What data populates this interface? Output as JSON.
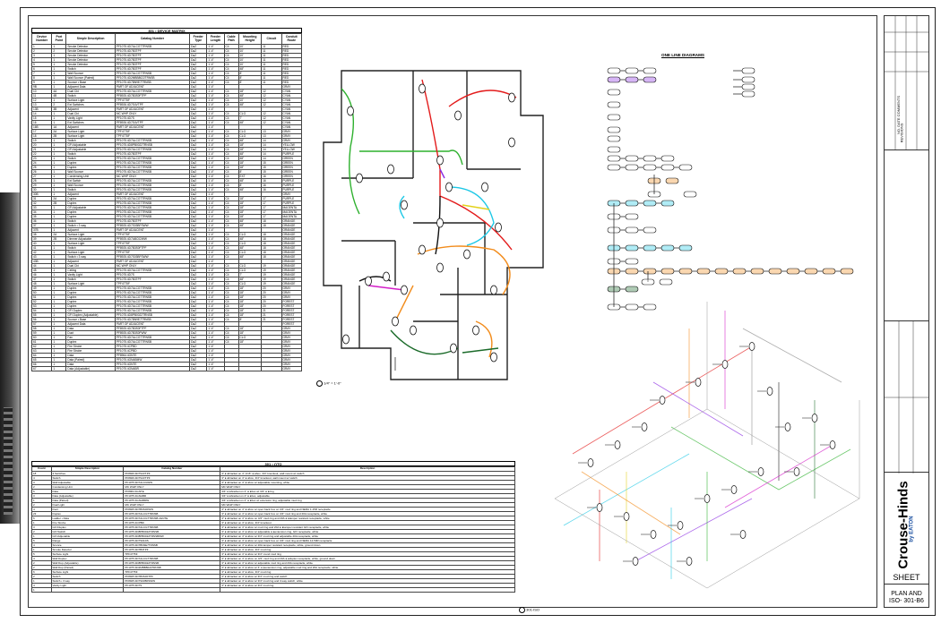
{
  "matrix": {
    "title": "301 • DEVICE MATRIX",
    "headers": [
      "Device Number",
      "Port Point",
      "Simple Description",
      "Catalog Number",
      "Feeder Type",
      "Feeder Length",
      "Cable Path",
      "Mounting Height",
      "Circuit",
      "Conduit Route"
    ],
    "rows": [
      [
        "1",
        "1",
        "Smoke Detector",
        "PF1075.4D7ALCGTTRNSB",
        "D●2",
        "1'-4\"",
        "C4",
        "10'",
        "11",
        "RED"
      ],
      [
        "2",
        "2",
        "Smoke Detector",
        "PF1075.4D7B3TPF",
        "D●2",
        "1'-4\"",
        "C4",
        "10'",
        "11",
        "RED"
      ],
      [
        "3",
        "1",
        "Smoke Detector",
        "PF1075.4D7B3TPF",
        "D●2",
        "1'-4\"",
        "C4",
        "10'",
        "11",
        "RED"
      ],
      [
        "4",
        "1",
        "Smoke Detector",
        "PF1075.4D7B3TPF",
        "D●2",
        "1'-4\"",
        "C4",
        "10'",
        "11",
        "RED"
      ],
      [
        "5",
        "1",
        "Smoke Detector",
        "PF1075.4D7B3TPF",
        "D●2",
        "1'-4\"",
        "C4",
        "10'",
        "11",
        "RED"
      ],
      [
        "6",
        "1",
        "Switch",
        "PF1075.4D7B3TPF",
        "D●2",
        "1'-4\"",
        "C4",
        "48\"",
        "11",
        "RED"
      ],
      [
        "7",
        "1",
        "Wall Sconce",
        "PF1075.4D7ALCGTTRNSB",
        "D●2",
        "1'-4\"",
        "C4",
        "8'",
        "11",
        "RED"
      ],
      [
        "8",
        "1",
        "Wall Sconce (Paired)",
        "PF1075.4D2MBB8022TRNSB",
        "D●2",
        "1'-4\"",
        "C4",
        "8'",
        "11",
        "RED"
      ],
      [
        "9",
        "1",
        "Sconce • Base",
        "PF1075.4D7BN9E7TRNSB",
        "D●2",
        "1'-4\"",
        "C4",
        "8'",
        "11",
        "RED"
      ],
      [
        "9B",
        "1",
        "Adjacent Data",
        "PART OF ADJACENT",
        "D●2",
        "1'-4\"",
        "",
        "",
        "",
        "GRAY"
      ],
      [
        "10",
        "4A",
        "Dual Ckt",
        "PF1075.4D7ALCGTTRNSB",
        "D●2",
        "1'-4\"",
        "C4",
        "18\"",
        "12",
        "CYAN"
      ],
      [
        "11",
        "4B",
        "Switch",
        "PF8925.4D7B3S0FTPF",
        "D●2",
        "1'-4\"",
        "C4",
        "48\"",
        "12",
        "CYAN"
      ],
      [
        "12",
        "1",
        "Surface Light",
        "TPF4775F",
        "D●2",
        "1'-4\"",
        "C4",
        "10'",
        "12",
        "CYAN"
      ],
      [
        "13",
        "2",
        "Ext Switches",
        "PF8926.4D7S4VTPF",
        "D●2",
        "1'-4\"",
        "C4",
        "48\"",
        "12",
        "CYAN"
      ],
      [
        "13B",
        "3B",
        "Adjacent",
        "PART OF ADJACENT",
        "D●2",
        "1'-4\"",
        "",
        "",
        "",
        "CYAN"
      ],
      [
        "14",
        "1",
        "Dual Ckt",
        "MC WHP ONLY",
        "D●2",
        "1'-4\"",
        "C4",
        "CLG",
        "12",
        "CYAN"
      ],
      [
        "15",
        "1",
        "Vanity Light",
        "PF1075.4D7S",
        "D●2",
        "1'-4\"",
        "C4",
        "7'",
        "12",
        "CYAN"
      ],
      [
        "16",
        "1",
        "Ext Switches",
        "PF8926.4D7S4VTPF",
        "D●2",
        "1'-4\"",
        "C4",
        "48\"",
        "12",
        "CYAN"
      ],
      [
        "16B",
        "1A",
        "Adjacent",
        "PART OF ADJACENT",
        "D●2",
        "1'-4\"",
        "",
        "",
        "",
        "CYAN"
      ],
      [
        "17",
        "2A",
        "Surface Light",
        "TPF4775F",
        "D●2",
        "1'-4\"",
        "C4",
        "CLG",
        "13",
        "GRAY"
      ],
      [
        "18",
        "2B",
        "Surface Light",
        "TPF4775F",
        "D●2",
        "1'-4\"",
        "C4",
        "CLG",
        "13",
        "GRAY"
      ],
      [
        "19",
        "1",
        "Switch",
        "PF1075.4D7ALCGTTRNSB",
        "D●2",
        "1'-4\"",
        "C4",
        "48\"",
        "14",
        "GRAY"
      ],
      [
        "20",
        "1",
        "GFI Adjustable",
        "PF1075.4D8PB0022TRNSB",
        "D●2",
        "1'-4\"",
        "C4",
        "18\"",
        "14",
        "YELLOW"
      ],
      [
        "21",
        "1",
        "GFI Adjustable",
        "PF1075.4D7ALCGTTRNSB",
        "D●2",
        "1'-4\"",
        "C4",
        "18\"",
        "14",
        "YELLOW"
      ],
      [
        "22",
        "1",
        "Switch",
        "PF1075.4D7B3TPF",
        "D●2",
        "1'-4\"",
        "C4",
        "48\"",
        "14",
        "PURPLE"
      ],
      [
        "23",
        "1",
        "Switch",
        "PF1075.4D7ALCGTTRNSB",
        "D●2",
        "1'-4\"",
        "C4",
        "48\"",
        "14",
        "GREEN"
      ],
      [
        "24",
        "1",
        "Duplex",
        "PF1075.4D7ALCGTTRNSB",
        "D●2",
        "1'-4\"",
        "C4",
        "18\"",
        "15",
        "GREEN"
      ],
      [
        "25",
        "1",
        "Duplex",
        "PF1075.4D7ALCGTTRNSB",
        "D●2",
        "1'-4\"",
        "C4",
        "18\"",
        "15",
        "GREEN"
      ],
      [
        "26",
        "1",
        "Wall Sconce",
        "PF1075.4D7ALCGTTRNSB",
        "D●2",
        "1'-4\"",
        "C4",
        "8'",
        "15",
        "GREEN"
      ],
      [
        "27",
        "1",
        "Condensing Unit",
        "MC WHP ONLY",
        "D●2",
        "1'-4\"",
        "C4",
        "EXT",
        "16",
        "GREEN"
      ],
      [
        "28",
        "1",
        "Ext Switch",
        "PF1075.4D7ALCGTTRNSB",
        "D●2",
        "1'-4\"",
        "C4",
        "48\"",
        "16",
        "PURPLE"
      ],
      [
        "29",
        "1",
        "Wall Sconce",
        "PF1075.4D7ALCGTTRNSB",
        "D●2",
        "1'-4\"",
        "C4",
        "8'",
        "16",
        "PURPLE"
      ],
      [
        "30",
        "1",
        "Switch",
        "PF1075.4D7ALCGTTRNSB",
        "D●2",
        "1'-4\"",
        "C4",
        "48\"",
        "16",
        "PURPLE"
      ],
      [
        "30B",
        "1",
        "Adjacent",
        "PART OF ADJACENT",
        "D●2",
        "1'-4\"",
        "",
        "",
        "",
        "GRAY"
      ],
      [
        "31",
        "2A",
        "Duplex",
        "PF1075.4D7ALCGTTRNSB",
        "D●2",
        "1'-4\"",
        "C4",
        "18\"",
        "17",
        "PURPLE"
      ],
      [
        "32",
        "2B",
        "Duplex",
        "PF1075.4D7ALCGTTRNSB",
        "D●2",
        "1'-4\"",
        "C4",
        "18\"",
        "17",
        "PURPLE"
      ],
      [
        "33",
        "1",
        "GFI Adjustable",
        "PF1075.4D7ALCGTTRNSB",
        "D●2",
        "1'-4\"",
        "C4",
        "18\"",
        "17",
        "MAGENTA"
      ],
      [
        "34",
        "1",
        "Duplex",
        "PF1075.4D7ALCGTTRNSB",
        "D●2",
        "1'-4\"",
        "C4",
        "18\"",
        "17",
        "MAGENTA"
      ],
      [
        "35",
        "1",
        "Duplex",
        "PF1075.4D7ALCGTTRNSB",
        "D●2",
        "1'-4\"",
        "C4",
        "18\"",
        "17",
        "MAGENTA"
      ],
      [
        "36",
        "1",
        "Switch",
        "PF1075.4D7B3TPF",
        "D●2",
        "1'-4\"",
        "C4",
        "48\"",
        "18",
        "ORANGE"
      ],
      [
        "37",
        "1",
        "Switch • 3 way",
        "PF8925.4D7S03BFSWW",
        "D●2",
        "1'-4\"",
        "C4",
        "48\"",
        "18",
        "ORANGE"
      ],
      [
        "37B",
        "1",
        "Adjacent",
        "PART OF ADJACENT",
        "D●2",
        "1'-4\"",
        "",
        "",
        "",
        "ORANGE"
      ],
      [
        "38",
        "2A",
        "Surface Light",
        "TPF4775F",
        "D●2",
        "1'-4\"",
        "C4",
        "CLG",
        "18",
        "ORANGE"
      ],
      [
        "39",
        "2B",
        "Dimmer Adjustable",
        "PF8925.4D7ABC02WW",
        "D●2",
        "1'-4\"",
        "C4",
        "48\"",
        "18",
        "ORANGE"
      ],
      [
        "40",
        "1",
        "Surface Light",
        "TPF4775F",
        "D●2",
        "1'-4\"",
        "C4",
        "CLG",
        "18",
        "ORANGE"
      ],
      [
        "41",
        "1",
        "Switch",
        "PF8925.4D7B3S0FTPF",
        "D●2",
        "1'-4\"",
        "C4",
        "48\"",
        "18",
        "ORANGE"
      ],
      [
        "42",
        "1",
        "Surface Light",
        "TPF4775F",
        "D●2",
        "1'-4\"",
        "C4",
        "CLG",
        "18",
        "ORANGE"
      ],
      [
        "43",
        "1",
        "Switch • 3 way",
        "PF8925.4D7S03BFSWW",
        "D●2",
        "1'-4\"",
        "C4",
        "48\"",
        "18",
        "ORANGE"
      ],
      [
        "43B",
        "1",
        "Adjacent",
        "PART OF ADJACENT",
        "D●2",
        "1'-4\"",
        "",
        "",
        "",
        "ORANGE"
      ],
      [
        "44",
        "1",
        "Dual Ckt",
        "MC WHP ONLY",
        "D●2",
        "1'-4\"",
        "C4",
        "CLG",
        "19",
        "ORANGE"
      ],
      [
        "45",
        "1",
        "Ceiling",
        "PF1075.4D7ALCGTTRNSB",
        "D●2",
        "1'-4\"",
        "C4",
        "CLG",
        "19",
        "ORANGE"
      ],
      [
        "46",
        "1",
        "Vanity Light",
        "PF1075.4D7S",
        "D●2",
        "1'-4\"",
        "C4",
        "7'",
        "19",
        "ORANGE"
      ],
      [
        "47",
        "1",
        "Switch",
        "PF1075.4D7B3TPF",
        "D●2",
        "1'-4\"",
        "C4",
        "48\"",
        "19",
        "ORANGE"
      ],
      [
        "48",
        "1",
        "Surface Light",
        "TPF4775F",
        "D●2",
        "1'-4\"",
        "C4",
        "CLG",
        "19",
        "ORANGE"
      ],
      [
        "49",
        "1",
        "Duplex",
        "PF1075.4D7ALCGTTRNSB",
        "D●2",
        "1'-4\"",
        "C4",
        "18\"",
        "20",
        "GRAY"
      ],
      [
        "50",
        "1",
        "Duplex",
        "PF1075.4D7ALCGTTRNSB",
        "D●2",
        "1'-4\"",
        "C4",
        "18\"",
        "20",
        "GRAY"
      ],
      [
        "51",
        "1",
        "Duplex",
        "PF1075.4D7ALCGTTRNSB",
        "D●2",
        "1'-4\"",
        "C4",
        "18\"",
        "20",
        "GRAY"
      ],
      [
        "52",
        "1",
        "Duplex",
        "PF1075.4D7ALCGTTRNSB",
        "D●2",
        "1'-4\"",
        "C4",
        "18\"",
        "20",
        "FOREST"
      ],
      [
        "53",
        "1",
        "Duplex",
        "PF1075.4D7ALCGTTRNSB",
        "D●2",
        "1'-4\"",
        "C4",
        "18\"",
        "20",
        "FOREST"
      ],
      [
        "54",
        "1",
        "GFI Duplex",
        "PF1075.4D7ALCGTTRNSB",
        "D●2",
        "1'-4\"",
        "C4",
        "18\"",
        "21",
        "FOREST"
      ],
      [
        "55",
        "1",
        "GFI Duplex (Adjustable)",
        "PF1075.4D8PB0022TRNSB",
        "D●2",
        "1'-4\"",
        "C4",
        "18\"",
        "21",
        "FOREST"
      ],
      [
        "56",
        "1",
        "Sconce • Base",
        "PF1075.4D7BN9E7TRNSB",
        "D●2",
        "1'-4\"",
        "C4",
        "8'",
        "21",
        "FOREST"
      ],
      [
        "57",
        "1",
        "Adjacent Data",
        "PART OF ADJACENT",
        "D●2",
        "1'-4\"",
        "",
        "",
        "",
        "FOREST"
      ],
      [
        "58",
        "1",
        "Data",
        "PF8925.4D7B3S0FTPF",
        "D●2",
        "1'-4\"",
        "C4",
        "18\"",
        "",
        "GRAY"
      ],
      [
        "59",
        "1",
        "Duct",
        "PF8925.4D7B3S0FWW",
        "D●2",
        "1'-4\"",
        "C4",
        "18\"",
        "",
        "GRAY"
      ],
      [
        "60",
        "1",
        "Fan",
        "PF1075.4D7ALCGTTRNSB",
        "D●2",
        "1'-4\"",
        "C4",
        "CLG",
        "",
        "GRAY"
      ],
      [
        "61",
        "1",
        "Duplex",
        "PF1075.4D7ALCGTTRNSB",
        "D●2",
        "1'-4\"",
        "C4",
        "18\"",
        "",
        "GRAY"
      ],
      [
        "62",
        "1",
        "Fire Strobe",
        "PF1075.4CPBD",
        "D●2",
        "1'-4\"",
        "",
        "",
        "",
        "GRAY"
      ],
      [
        "63",
        "1",
        "Fire Strobe",
        "PF1075.4CPBD",
        "D●2",
        "1'-4\"",
        "",
        "",
        "",
        "GRAY"
      ],
      [
        "64",
        "1",
        "Data",
        "PF8964.4GNTE",
        "D●2",
        "1'-4\"",
        "",
        "",
        "",
        "GRAY"
      ],
      [
        "65",
        "1",
        "Data (Paired)",
        "PF1075.4GNABMW",
        "D●2",
        "1'-4\"",
        "",
        "",
        "",
        "GRAY"
      ],
      [
        "66",
        "1",
        "Data",
        "PF1075.4GNTE",
        "D●2",
        "1'-4\"",
        "",
        "",
        "",
        "GRAY"
      ],
      [
        "67",
        "1",
        "Data (Adjustable)",
        "PF1075.4GNABR",
        "D●2",
        "1'-4\"",
        "",
        "",
        "",
        "GRAY"
      ]
    ]
  },
  "qty": {
    "title": "301 • QTO",
    "headers": [
      "Count",
      "Simple Description",
      "Catalog Number",
      "Description"
    ],
    "rows": [
      [
        "18",
        "3 Switches",
        "PF8926.4D7S4VTPF",
        "3\" ● ●bracket on 4\" 1/16\" ● ●box, 3/4\" knockout, wall mount w/ switch"
      ],
      [
        "4",
        "Switch",
        "PF8926.4D7S4VTPF",
        "3\" ● ●bracket on 4\" ● ●box, 3/4\" knockout, wall mount w/ switch"
      ],
      [
        "3",
        "Wall Adjustable",
        "PF1075.4D7ALCGWW",
        "3\" ● ●bracket on 4\" ● ●box w/ adjustable mounting, white"
      ],
      [
        "2",
        "Condensing Unit",
        "MC WHP ONLY",
        "MC WHP ONLY"
      ],
      [
        "6",
        "Data",
        "PF8964.4GNTE",
        "3/4\" ● ●bracket on 4\" ● ●box w/ 3/4\" ● ●ring"
      ],
      [
        "3",
        "Data (Adjustable)",
        "PF1075.4GNABR",
        "3/4\" ● ●bracket on 4\" ● ●box, adjustable"
      ],
      [
        "1",
        "Data (Paired)",
        "PF1075.4GNABMW",
        "3/4\" ● ●bracket on 4\" ● ●box w/ extension ring, adjustable mud ring"
      ],
      [
        "2",
        "Dual Light",
        "MC WHP ONLY",
        "MC WHP ONLY"
      ],
      [
        "4",
        "Duct",
        "PF8925.4D7B3S0FWW",
        "3\" ● ●bracket on 4\" ● ●box w/ open back box on 3/4\" mud ring and NEMA 1-15R receptacle"
      ],
      [
        "23",
        "Duplex",
        "PF1075.4D7ALCGTTRNSB",
        "3\" ● ●bracket on 4\" ● ●box w/ open back box on 3/4\" mud ring and 20A receptacle, white"
      ],
      [
        "6",
        "Ladder • Data",
        "PF1075.4D7ALCGTTRNSB.4GNTE",
        "3\" ● ●bracket on 4\" ● ●box on 3/4\" mud ring and 20A ● ●tamper resistant receptacle, white"
      ],
      [
        "1",
        "Fire Strobe",
        "PF1075.4CPBD",
        "3\" ● ●bracket on 4\" ● ●box, 3/4\" knockout"
      ],
      [
        "3",
        "GFI Duplex",
        "PF1075.4D7ALCGTTRNSB",
        "3\" ● ●bracket on 4\" ● ●box w/ mud ring and 20A ● ●tamper resistant GFI receptacle, white"
      ],
      [
        "2",
        "GFI Switch",
        "PF1075.4D8PB0022TRNSB",
        "3\" ● ●bracket on 4\" ● ●box w/ adjustable ● ●extension ring, GFI receptacle, white"
      ],
      [
        "1",
        "GFI Adjustable",
        "PF1075.4D8PB0022TRNSBWW",
        "3\" ● ●bracket on 4\" ● ●box w/ 3/4\" mud ring and adjustable 20A receptacle, white"
      ],
      [
        "5",
        "Range",
        "PF1075.4D7S01DS",
        "3\" ● ●bracket on 4\" ● ●box w/ open back box on 3/4\" mud ring and NEMA 14-50R receptacle"
      ],
      [
        "4",
        "Sconce",
        "PF1075.4D7BN9E7TRNSB",
        "3\" ● ●bracket on 4\" ● ●box w/ 20A tamper resistant receptacle, white, ground down"
      ],
      [
        "1",
        "Smoke Detector",
        "PF1075.4D7B3TPF",
        "3\" ● ●bracket on 4\" ● ●box, 3/4\" mud ring"
      ],
      [
        "5",
        "Surface Light",
        "TPF4775F",
        "3\" ● ●bracket on 4\" ● ●box w/ 3/4\" round mud ring"
      ],
      [
        "4",
        "Wall Duplex",
        "PF1075.4D7ALCGTTRNSB",
        "3\" ● ●bracket on 4\" ● ●box on 3/4\" mud ring and 20A ● ●duplex receptacle, white, ground down"
      ],
      [
        "2",
        "Wall Dup (Adjustable)",
        "PF1075.4D8PB0022TRNSB",
        "3\" ● ●bracket on 4\" ● ●box w/ adjustable mud ring and 20A receptacle, white"
      ],
      [
        "2",
        "Wall Dup (Paired)",
        "PF1075.4D2MBB8022TRNSB",
        "3\" ● ●bracket on 4\" ● ●box w/ 4\" ● ●extension ring, adjustable mud ring and 20A receptacle, white"
      ],
      [
        "6",
        "Surface Light",
        "TPF4775F",
        "3\" ● ●bracket on 4\" ● ●box, 3/4\" mud ring"
      ],
      [
        "2",
        "Switch",
        "PF8925.4D7B3S0FTPF",
        "3\" ● ●bracket on 4\" ● ●box w/ 3/4\" mud ring and switch"
      ],
      [
        "1",
        "Switch • 3 way",
        "PF8925.4D7S03BFSWW",
        "3\" ● ●bracket on 4\" ● ●box w/ 3/4\" mud ring and 3-way switch, white"
      ],
      [
        "4",
        "Vanity Light",
        "PF1075.4D7S",
        "3\" ● ●bracket on 4\" ● ●box w/ 3/4\" mud ring"
      ],
      [
        "1",
        "",
        "",
        ""
      ]
    ]
  },
  "floorplan": {
    "label": "1/4\" = 1'-0\""
  },
  "iso": {
    "label": "301-ISO"
  },
  "oneline": {
    "title": "ONE LINE DIAGRAMS"
  },
  "titleblock": {
    "revisions_label": "REVISIONS",
    "comments_label": "NO. DATE  COMMENTS",
    "brand": "Crouse-Hinds",
    "by": "by EATON",
    "sheet_label": "SHEET",
    "sheet_title": "PLAN AND ISO- 301-B6"
  },
  "colors": {
    "red": "#e31b1b",
    "cyan": "#1ec8e6",
    "green": "#2db02d",
    "purple": "#8a2be2",
    "orange": "#f28c1c",
    "magenta": "#d41ec8",
    "yellow": "#e3d21b",
    "gray": "#888888",
    "forest": "#1b6b2a",
    "black": "#111111"
  }
}
